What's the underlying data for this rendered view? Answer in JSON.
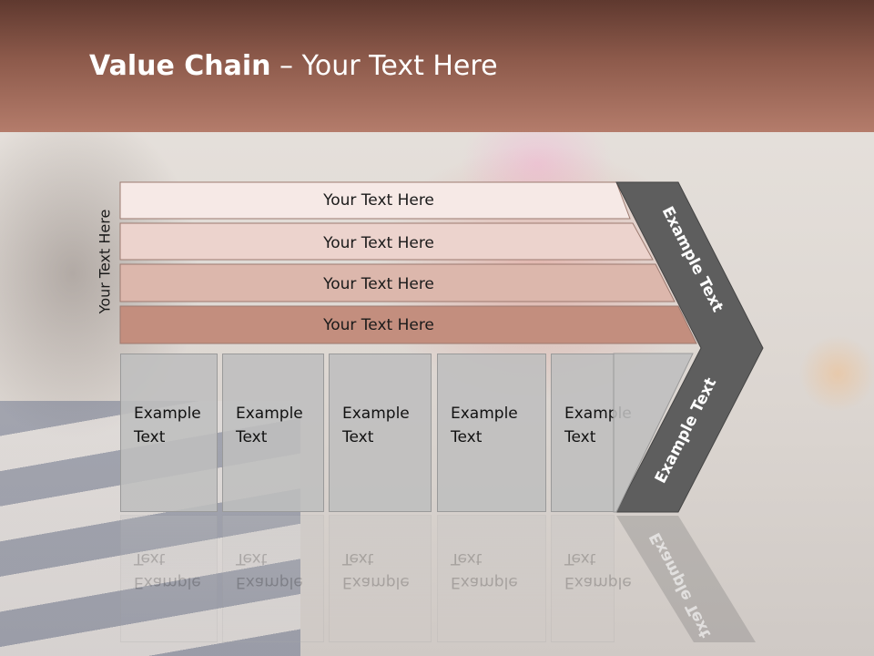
{
  "title": {
    "bold": "Value Chain",
    "rest": " – Your Text Here"
  },
  "side_label": "Your Text Here",
  "bars": [
    {
      "label": "Your Text Here",
      "color": "#f6e9e6"
    },
    {
      "label": "Your Text Here",
      "color": "#ecd3cd"
    },
    {
      "label": "Your Text Here",
      "color": "#dcb7ac"
    },
    {
      "label": "Your Text Here",
      "color": "#c38e7e"
    }
  ],
  "boxes": [
    {
      "line1": "Example",
      "line2": "Text"
    },
    {
      "line1": "Example",
      "line2": "Text"
    },
    {
      "line1": "Example",
      "line2": "Text"
    },
    {
      "line1": "Example",
      "line2": "Text"
    },
    {
      "line1": "Example",
      "line2": "Text"
    }
  ],
  "chevron": {
    "upper_label": "Example Text",
    "lower_label": "Example Text",
    "color": "#5e5e5e"
  }
}
